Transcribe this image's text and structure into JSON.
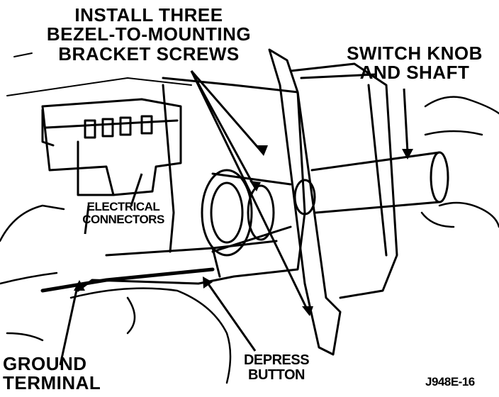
{
  "labels": {
    "install": "INSTALL THREE\nBEZEL-TO-MOUNTING\nBRACKET SCREWS",
    "switch_knob": "SWITCH KNOB\nAND SHAFT",
    "electrical": "ELECTRICAL\nCONNECTORS",
    "ground": "GROUND\nTERMINAL",
    "depress": "DEPRESS\nBUTTON",
    "figure_id": "J948E-16"
  },
  "colors": {
    "ink": "#000000",
    "paper": "#ffffff"
  }
}
